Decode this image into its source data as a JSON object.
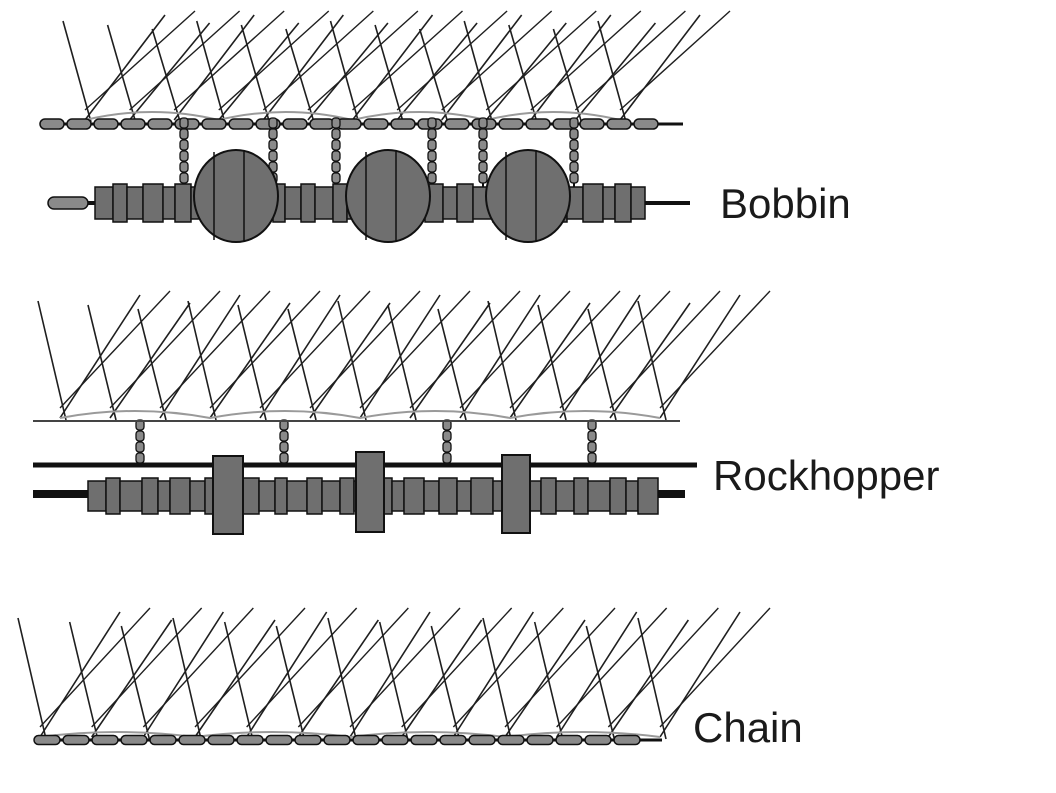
{
  "diagram": {
    "gear_types": [
      {
        "id": "bobbin",
        "label": "Bobbin"
      },
      {
        "id": "rockhopper",
        "label": "Rockhopper"
      },
      {
        "id": "chain",
        "label": "Chain"
      }
    ],
    "colors": {
      "net": "#1f1f1f",
      "fill": "#6f6f6f",
      "outline": "#111111",
      "chain_link": "#8a8a8a",
      "background": "#ffffff"
    }
  }
}
